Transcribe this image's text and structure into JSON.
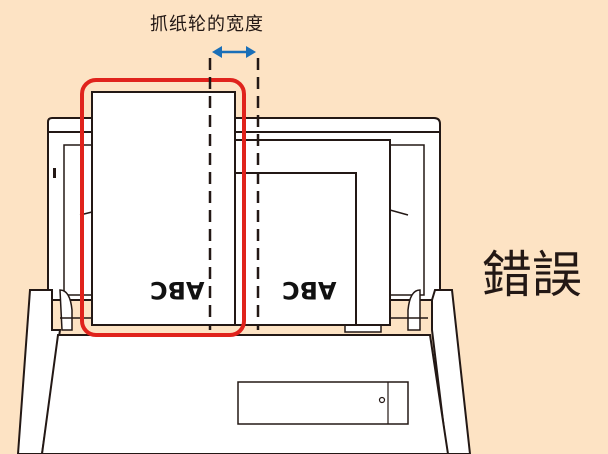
{
  "diagram": {
    "roller_width_label": "抓纸轮的宽度",
    "verdict": "錯誤",
    "sheet_left_text": "ABC",
    "sheet_right_text": "ABC",
    "colors": {
      "background": "#fde3c4",
      "highlight_frame": "#e0231c",
      "width_arrow": "#1a6fb8",
      "outline": "#231815"
    }
  }
}
